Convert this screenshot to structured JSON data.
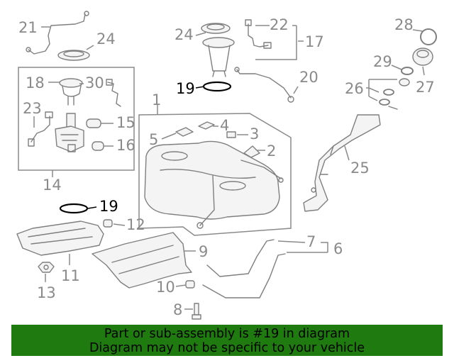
{
  "diagram": {
    "callouts": [
      "1",
      "2",
      "3",
      "4",
      "5",
      "6",
      "7",
      "8",
      "9",
      "10",
      "11",
      "12",
      "13",
      "14",
      "15",
      "16",
      "17",
      "18",
      "19",
      "20",
      "21",
      "22",
      "23",
      "24",
      "25",
      "26",
      "27",
      "28",
      "29",
      "30"
    ],
    "highlighted_callout": "19",
    "highlight_color": "#000000",
    "label_color": "#8a8a8a"
  },
  "banner": {
    "line1": "Part or sub-assembly is #19 in diagram",
    "line2": "Diagram may not be specific to your vehicle",
    "background": "#1f7a10"
  }
}
